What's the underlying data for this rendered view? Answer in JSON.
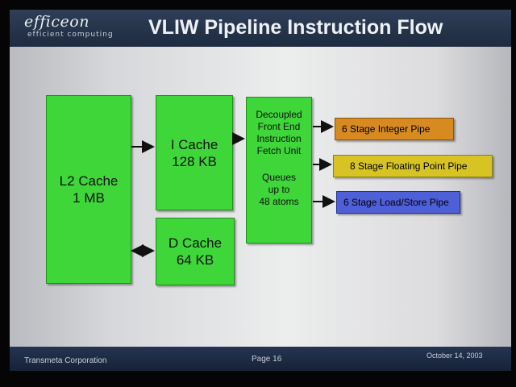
{
  "header": {
    "logo": "efficeon",
    "tagline": "efficient  computing",
    "title": "VLIW Pipeline Instruction Flow"
  },
  "boxes": {
    "l2": [
      "L2 Cache",
      "1 MB"
    ],
    "icache": [
      "I Cache",
      "128 KB"
    ],
    "dcache": [
      "D Cache",
      "64 KB"
    ],
    "frontend": [
      "Decoupled",
      "Front End",
      "Instruction",
      "Fetch Unit"
    ],
    "queues": [
      "Queues",
      "up to",
      "48 atoms"
    ]
  },
  "pipes": {
    "integer": "6 Stage Integer Pipe",
    "floating": "8 Stage Floating Point Pipe",
    "loadstore": "6 Stage Load/Store Pipe"
  },
  "colors": {
    "box_green": "#3fd63a",
    "integer_pipe": "#d68a1f",
    "floating_pipe": "#d7c424",
    "loadstore_pipe": "#4f5fd8"
  },
  "footer": {
    "company": "Transmeta Corporation",
    "page": "Page 16",
    "date": "October 14, 2003"
  }
}
